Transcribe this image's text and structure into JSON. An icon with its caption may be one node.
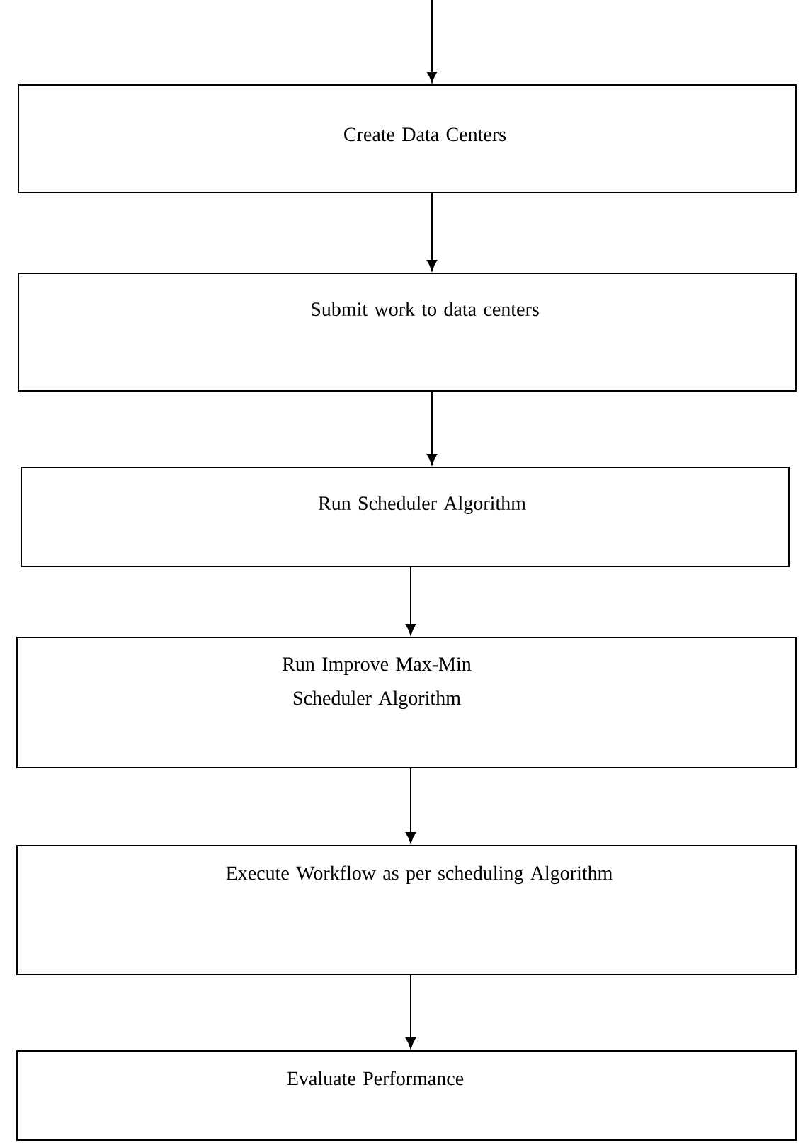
{
  "diagram": {
    "nodes": [
      {
        "text": [
          "Create Data Centers"
        ]
      },
      {
        "text": [
          "Submit work to data centers"
        ]
      },
      {
        "text": [
          "Run Scheduler Algorithm"
        ]
      },
      {
        "text": [
          "Run Improve Max-Min Scheduler Algorithm"
        ]
      },
      {
        "text": [
          "Execute Workflow as per scheduling Algorithm"
        ]
      },
      {
        "text": [
          "Evaluate Performance"
        ]
      }
    ],
    "edges": [
      {
        "from": null,
        "to": 0,
        "arrow": "to"
      },
      {
        "from": 0,
        "to": 1,
        "arrow": "to"
      },
      {
        "from": 1,
        "to": 2,
        "arrow": "to"
      },
      {
        "from": 2,
        "to": 3,
        "arrow": "to"
      },
      {
        "from": 3,
        "to": 4,
        "arrow": "to"
      },
      {
        "from": 4,
        "to": 5,
        "arrow": "to"
      }
    ]
  }
}
